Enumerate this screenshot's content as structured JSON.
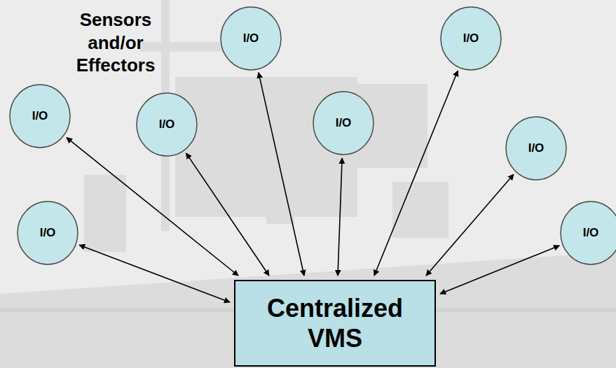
{
  "diagram": {
    "nodes": [
      {
        "text": [
          "I/O"
        ]
      },
      {
        "text": [
          "I/O"
        ]
      },
      {
        "text": [
          "I/O"
        ]
      },
      {
        "text": [
          "I/O"
        ]
      },
      {
        "text": [
          "I/O"
        ]
      },
      {
        "text": [
          "I/O"
        ]
      },
      {
        "text": [
          "I/O"
        ]
      },
      {
        "text": [
          "I/O"
        ]
      },
      {
        "text": [
          "Centralized VMS"
        ]
      }
    ],
    "edges": [
      {
        "from": 8,
        "to": 0,
        "arrow": "both"
      },
      {
        "from": 8,
        "to": 1,
        "arrow": "both"
      },
      {
        "from": 8,
        "to": 2,
        "arrow": "both"
      },
      {
        "from": 8,
        "to": 3,
        "arrow": "both"
      },
      {
        "from": 8,
        "to": 4,
        "arrow": "both"
      },
      {
        "from": 8,
        "to": 5,
        "arrow": "both"
      },
      {
        "from": 8,
        "to": 6,
        "arrow": "both"
      },
      {
        "from": 8,
        "to": 7,
        "arrow": "both"
      }
    ],
    "labels": [
      "Sensors and/or Effectors"
    ]
  }
}
